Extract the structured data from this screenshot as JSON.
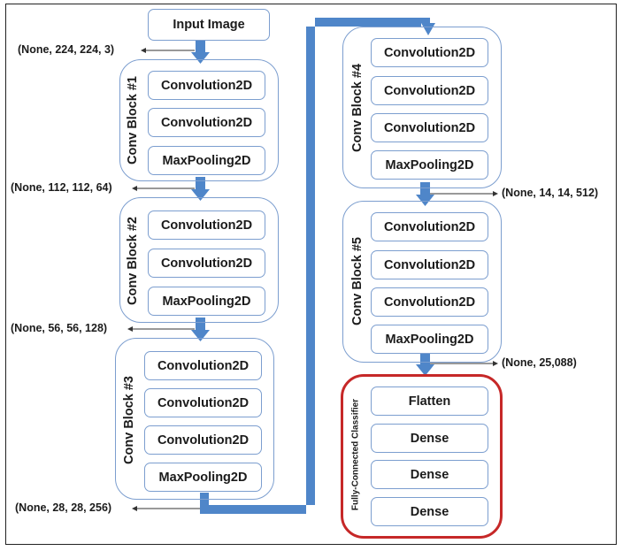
{
  "input_label": "Input Image",
  "blocks": [
    {
      "name": "Conv Block #1",
      "layers": [
        "Convolution2D",
        "Convolution2D",
        "MaxPooling2D"
      ]
    },
    {
      "name": "Conv Block #2",
      "layers": [
        "Convolution2D",
        "Convolution2D",
        "MaxPooling2D"
      ]
    },
    {
      "name": "Conv Block #3",
      "layers": [
        "Convolution2D",
        "Convolution2D",
        "Convolution2D",
        "MaxPooling2D"
      ]
    },
    {
      "name": "Conv Block #4",
      "layers": [
        "Convolution2D",
        "Convolution2D",
        "Convolution2D",
        "MaxPooling2D"
      ]
    },
    {
      "name": "Conv Block #5",
      "layers": [
        "Convolution2D",
        "Convolution2D",
        "Convolution2D",
        "MaxPooling2D"
      ]
    }
  ],
  "classifier": {
    "name": "Fully-Connected Classifier",
    "layers": [
      "Flatten",
      "Dense",
      "Dense",
      "Dense"
    ]
  },
  "shapes": [
    "(None, 224, 224, 3)",
    "(None, 112, 112, 64)",
    "(None, 56, 56, 128)",
    "(None, 28, 28, 256)",
    "(None, 14, 14, 512)",
    "(None, 25,088)"
  ],
  "colors": {
    "flow_arrow": "#4f86c9",
    "block_border": "#7c9ecf",
    "classifier_border": "#c62828"
  }
}
